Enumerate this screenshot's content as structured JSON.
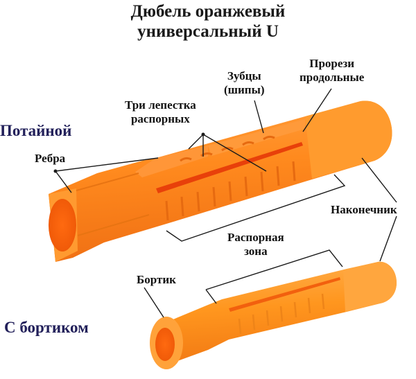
{
  "title": {
    "line1": "Дюбель оранжевый",
    "line2": "универсальный U"
  },
  "types": {
    "countersunk": "Потайной",
    "flanged": "С бортиком"
  },
  "annotations": {
    "ribs": "Ребра",
    "three_petals_line1": "Три лепестка",
    "three_petals_line2": "распорных",
    "teeth_line1": "Зубцы",
    "teeth_line2": "(шипы)",
    "slots_line1": "Прорези",
    "slots_line2": "продольные",
    "tip": "Наконечник",
    "expansion_zone_line1": "Распорная",
    "expansion_zone_line2": "зона",
    "flange": "Бортик"
  },
  "colors": {
    "dowel_orange": "#ff8a1e",
    "dowel_shadow": "#f06a10",
    "slot_red": "#e8400a",
    "type_label": "#22205a",
    "leader_line": "#1a1a1a"
  }
}
